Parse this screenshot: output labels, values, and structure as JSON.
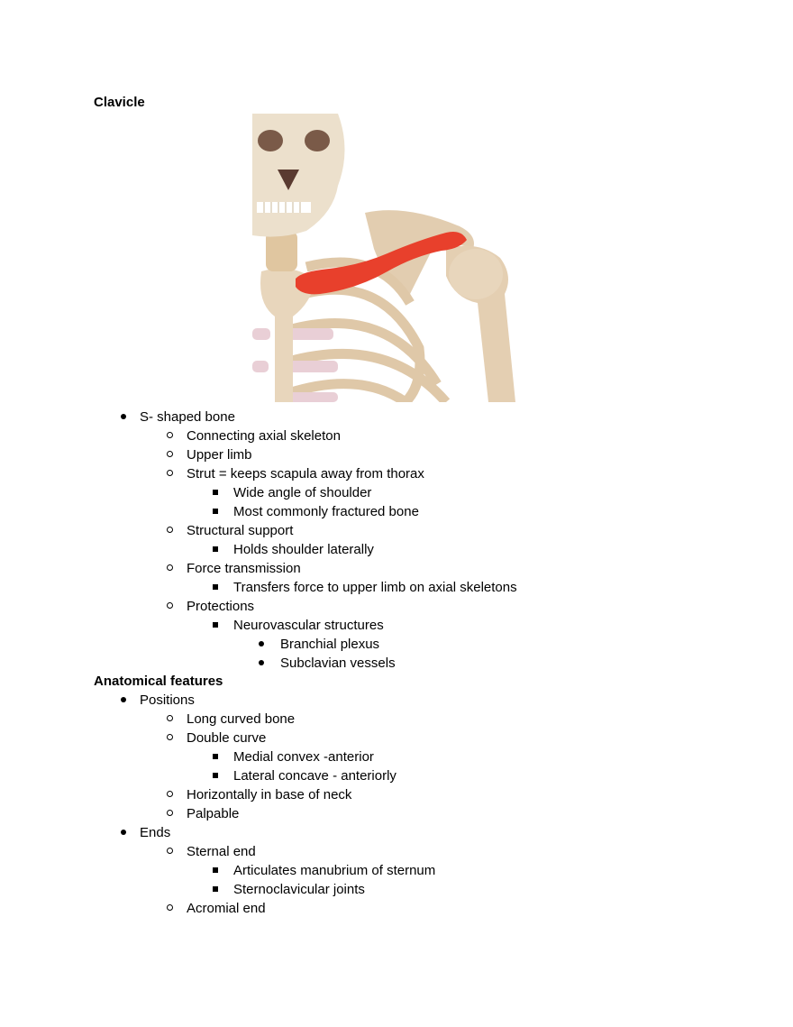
{
  "document": {
    "section1_title": "Clavicle",
    "figure": {
      "alt": "Anterior view of skeleton upper torso with clavicle highlighted in red",
      "highlight_color": "#e8402c",
      "bone_color": "#e6d3b8"
    },
    "section1_items": [
      {
        "level": 1,
        "text": "S- shaped bone"
      },
      {
        "level": 2,
        "text": "Connecting axial skeleton"
      },
      {
        "level": 2,
        "text": "Upper limb"
      },
      {
        "level": 2,
        "text": "Strut = keeps scapula away from thorax"
      },
      {
        "level": 3,
        "text": "Wide angle of shoulder"
      },
      {
        "level": 3,
        "text": "Most commonly fractured bone"
      },
      {
        "level": 2,
        "text": "Structural support"
      },
      {
        "level": 3,
        "text": "Holds shoulder laterally"
      },
      {
        "level": 2,
        "text": "Force transmission"
      },
      {
        "level": 3,
        "text": "Transfers force to upper limb on axial skeletons"
      },
      {
        "level": 2,
        "text": "Protections"
      },
      {
        "level": 3,
        "text": "Neurovascular structures"
      },
      {
        "level": 4,
        "text": "Branchial plexus"
      },
      {
        "level": 4,
        "text": "Subclavian vessels"
      }
    ],
    "section2_title": "Anatomical features",
    "section2_items": [
      {
        "level": 1,
        "text": "Positions"
      },
      {
        "level": 2,
        "text": "Long curved bone"
      },
      {
        "level": 2,
        "text": "Double curve"
      },
      {
        "level": 3,
        "text": "Medial convex -anterior"
      },
      {
        "level": 3,
        "text": "Lateral concave - anteriorly"
      },
      {
        "level": 2,
        "text": "Horizontally in base of neck"
      },
      {
        "level": 2,
        "text": "Palpable"
      },
      {
        "level": 1,
        "text": "Ends"
      },
      {
        "level": 2,
        "text": "Sternal end"
      },
      {
        "level": 3,
        "text": "Articulates manubrium of sternum"
      },
      {
        "level": 3,
        "text": "Sternoclavicular joints"
      },
      {
        "level": 2,
        "text": "Acromial end"
      }
    ]
  }
}
